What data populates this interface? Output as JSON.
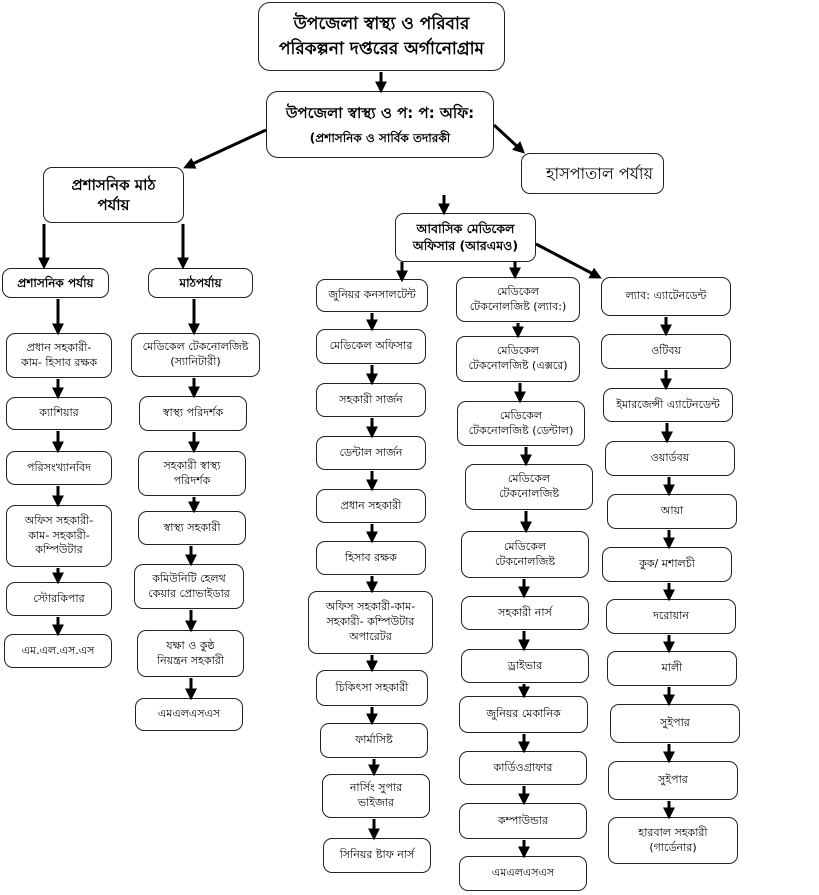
{
  "title": "উপজেলা স্বাস্থ্য ও পরিবার\nপরিকল্পনা দপ্তরের অর্গানোগ্রাম",
  "office": {
    "line1": "উপজেলা স্বাস্থ্য ও প: প: অফি:",
    "line2": "(প্রশাসনিক ও সার্বিক তদারকী"
  },
  "admin_field_level": "প্রশাসনিক মাঠ\nপর্যায়",
  "hospital_level": "হাসপাতাল পর্যায়",
  "admin_level": {
    "label": "প্রশাসনিক পর্যায়",
    "items": [
      "প্রধান সহকারী-\nকাম- হিসাব রক্ষক",
      "ক্যাশিয়ার",
      "পরিসংখ্যানবিদ",
      "অফিস সহকারী-\nকাম- সহকারী-\nকম্পিউটার",
      "স্টোরকিপার",
      "এম.এল.এস.এস"
    ]
  },
  "field_level": {
    "label": "মাঠপর্যায়",
    "items": [
      "মেডিকেল টেকনোলজিষ্ট\n(স্যানিটারী)",
      "স্বাস্থ্য পরিদর্শক",
      "সহকারী স্বাস্থ্য\nপরিদর্শক",
      "স্বাস্থ্য সহকারী",
      "কমিউনিটি হেলথ\nকেয়ার প্রোভাইডার",
      "যক্ষা ও কুষ্ঠ\nনিয়ন্ত্রন সহকারী",
      "এমএলএসএস"
    ]
  },
  "rmo": "আবাসিক মেডিকেল\nঅফিসার (আরএমও)",
  "hospital_col1": [
    "জুনিয়র কনসালটেন্ট",
    "মেডিকেল অফিসার",
    "সহকারী সার্জন",
    "ডেন্টাল সার্জন",
    "প্রধান সহকারী",
    "হিসাব রক্ষক",
    "অফিস সহকারী-কাম-\nসহকারী- কম্পিউটার\nঅপারেটর",
    "চিকিৎসা সহকারী",
    "ফার্মাসিষ্ট",
    "নার্সিং সুপার\nভাইজার",
    "সিনিয়র ষ্টাফ নার্স"
  ],
  "hospital_col2": [
    "মেডিকেল\nটেকনোলজিষ্ট (ল্যাব:)",
    "মেডিকেল\nটেকনোলজিষ্ট (এক্সরে)",
    "মেডিকেল\nটেকনোলজিষ্ট (ডেন্টাল)",
    "মেডিকেল\nটেকনোলজিষ্ট",
    "মেডিকেল\nটেকনোলজিষ্ট",
    "সহকারী নার্স",
    "ড্রাইভার",
    "জুনিয়র মেকানিক",
    "কার্ডিওগ্রাফার",
    "কম্পাউন্ডার",
    "এমএলএসএস"
  ],
  "hospital_col3": [
    "ল্যাব: এ্যাটেনডেন্ট",
    "ওটিবয়",
    "ইমারজেন্সী এ্যাটেনডেন্ট",
    "ওয়ার্ডবয়",
    "আয়া",
    "কুক/ মশালচী",
    "দরোয়ান",
    "মালী",
    "সুইপার",
    "সুইপার",
    "হারবাল সহকারী\n(গার্ডেনার)"
  ]
}
